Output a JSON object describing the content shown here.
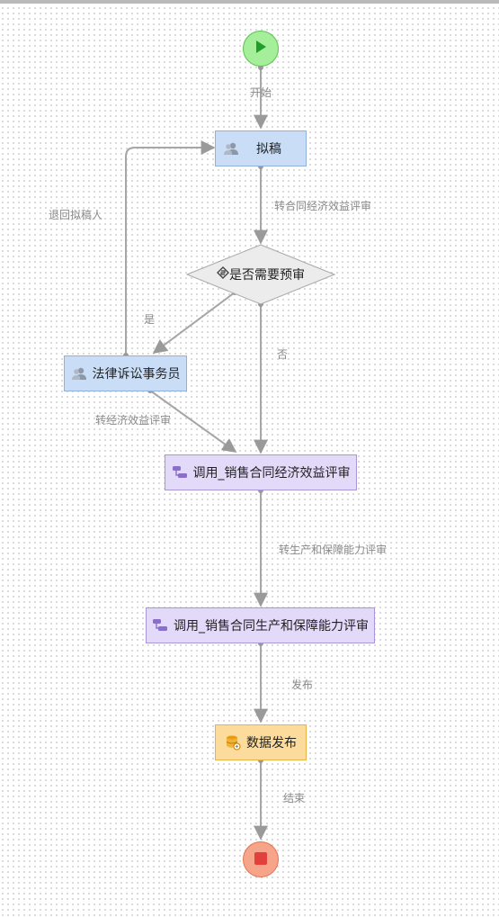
{
  "nodes": {
    "draft": "拟稿",
    "decision": "是否需要预审",
    "legal": "法律诉讼事务员",
    "economic_review": "调用_销售合同经济效益评审",
    "production_review": "调用_销售合同生产和保障能力评审",
    "publish": "数据发布"
  },
  "edges": {
    "start": "开始",
    "to_economic": "转合同经济效益评审",
    "return_drafter": "退回拟稿人",
    "yes": "是",
    "no": "否",
    "legal_to_economic": "转经济效益评审",
    "to_production": "转生产和保障能力评审",
    "publish": "发布",
    "end": "结束"
  },
  "colors": {
    "start": "#a5ee9a",
    "end": "#f7a58a",
    "task_blue": "#c9ddf6",
    "task_purple": "#e3d9f9",
    "task_orange": "#fbdc9c",
    "edge": "#a6a6a6"
  },
  "icons": [
    "play-icon",
    "users-icon",
    "gateway-icon",
    "subprocess-icon",
    "database-icon",
    "stop-icon"
  ]
}
